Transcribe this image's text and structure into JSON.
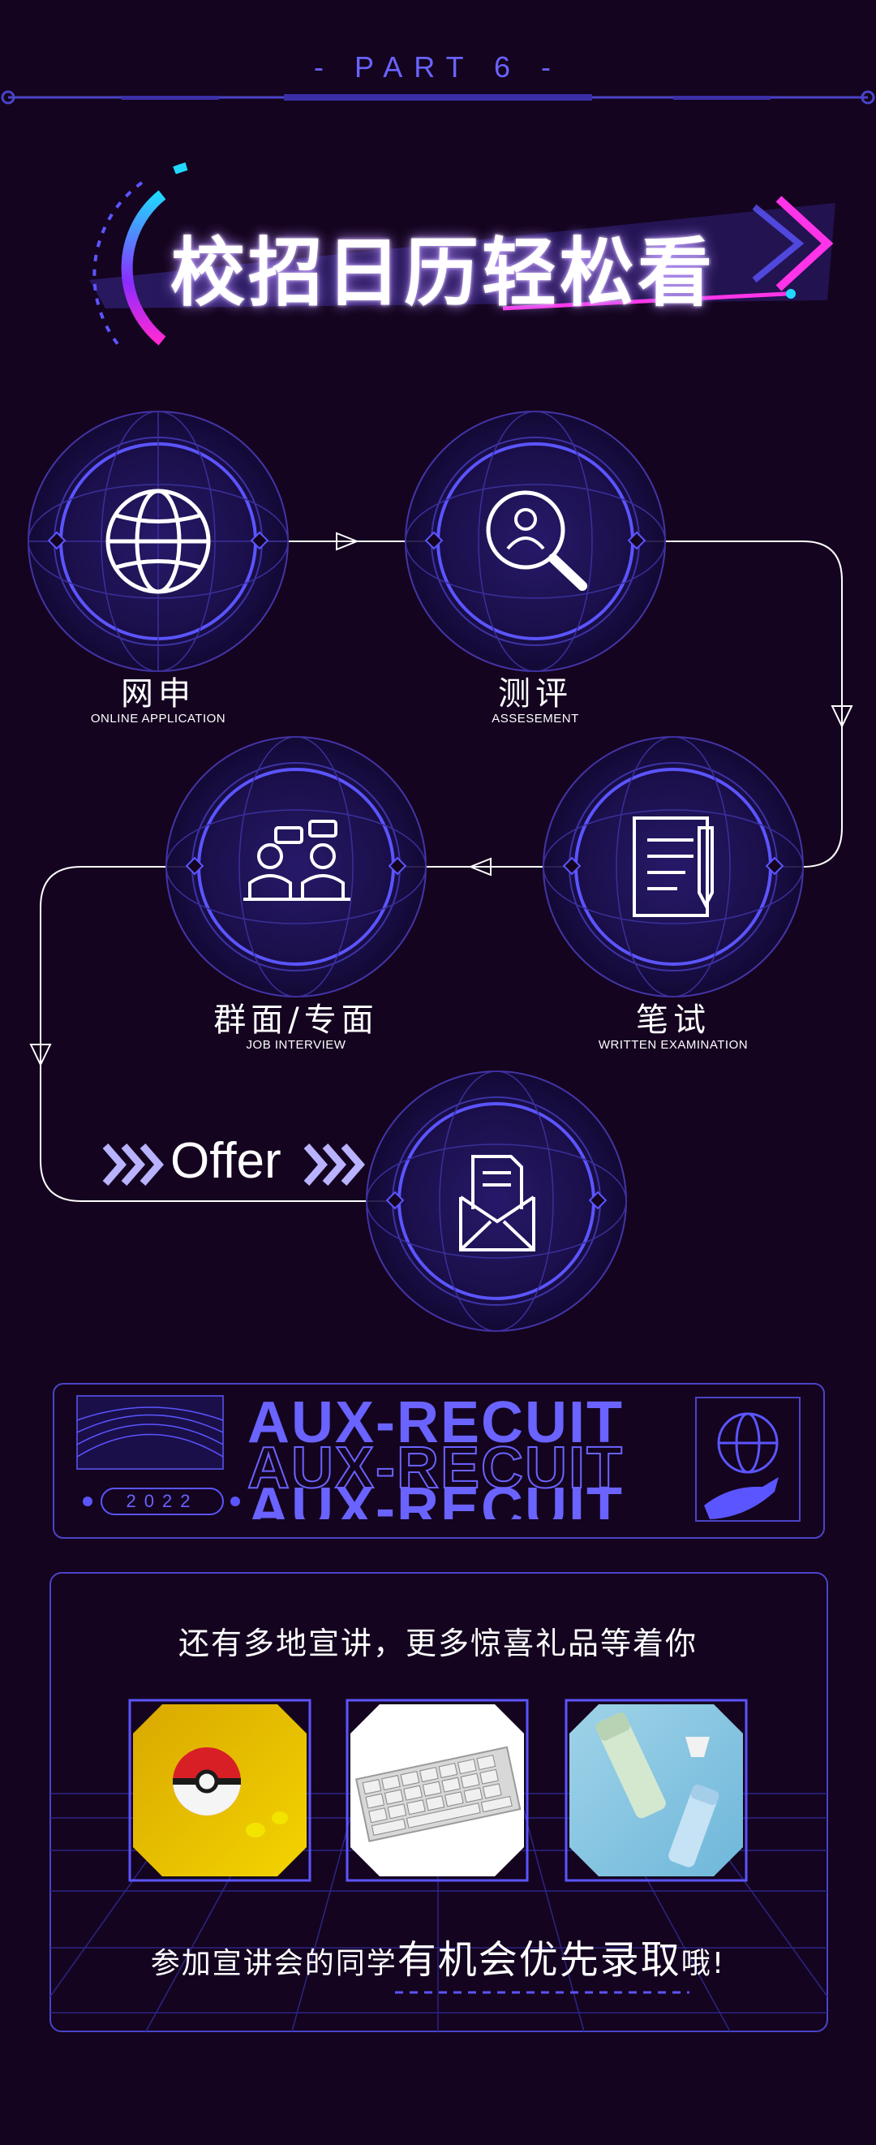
{
  "header": {
    "part_label": "- PART 6 -",
    "title": "校招日历轻松看"
  },
  "steps": [
    {
      "title": "网申",
      "subtitle": "ONLINE APPLICATION",
      "icon": "globe-icon"
    },
    {
      "title": "测评",
      "subtitle": "ASSESEMENT",
      "icon": "magnifier-person-icon"
    },
    {
      "title": "笔试",
      "subtitle": "WRITTEN EXAMINATION",
      "icon": "document-pen-icon"
    },
    {
      "title": "群面/专面",
      "subtitle": "JOB INTERVIEW",
      "icon": "interview-people-icon"
    },
    {
      "title": "",
      "subtitle": "",
      "icon": "envelope-letter-icon"
    }
  ],
  "offer": {
    "label": "Offer"
  },
  "brand": {
    "text": "AUX-RECUIT",
    "year": "2022"
  },
  "promo": {
    "headline": "还有多地宣讲，更多惊喜礼品等着你",
    "gifts": [
      "pokeball-earbuds-photo",
      "keyboard-photo",
      "thermos-bottle-photo"
    ],
    "bottom_part1": "参加宣讲会的同学",
    "bottom_part2": "有机会优先录取",
    "bottom_part3": "哦!"
  },
  "colors": {
    "background": "#14041f",
    "accent": "#5b55ff",
    "magenta": "#d400ff",
    "cyan": "#21d8ff"
  }
}
